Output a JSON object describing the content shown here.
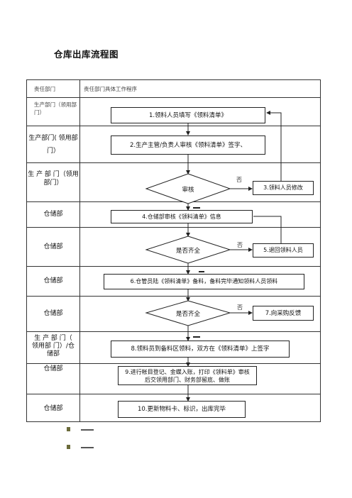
{
  "title": "仓库出库流程图",
  "header": {
    "dept_col": "责任部门",
    "proc_col": "责任部门具体工作程序"
  },
  "rows": [
    {
      "dept": "生产部门（领用部门）"
    },
    {
      "dept": "生产部门( 领用部门）"
    },
    {
      "dept": "生 产 部 门（领用部门）"
    },
    {
      "dept": "仓储部"
    },
    {
      "dept": "仓储部"
    },
    {
      "dept": "仓储部"
    },
    {
      "dept": "仓储部"
    },
    {
      "dept": "生 产 部 门（ 领用部 门）/仓储部"
    },
    {
      "dept": "仓储部"
    },
    {
      "dept": "仓储部"
    }
  ],
  "steps": {
    "s1": "1.领料人员填写《领料清单》",
    "s2": "2.生产主管/负责人审核《领料清单》签字、",
    "d1": "审核",
    "s3": "3.领料人员修改",
    "s4": "4.仓储部审核《领料清单》信息",
    "d2": "是否齐全",
    "s5": "5.退回领料人员",
    "s6": "6.仓管员陆《领料清单》备料，备料完毕通知领料人员领料",
    "d3": "是否齐全",
    "s7": "7.向采购反馈",
    "s8": "8.领料员到备料区领料，双方在《领料清单》上签字",
    "s9": "9.进行帐目登记、金蝶入账，打印《领料单》审核后交领用部门、财务部留底、做账",
    "s10": "10.更新物料卡、标识，出库完毕"
  },
  "labels": {
    "no1": "否",
    "no2": "否",
    "no3": "否"
  },
  "colors": {
    "line": "#222222",
    "border": "#333333"
  }
}
